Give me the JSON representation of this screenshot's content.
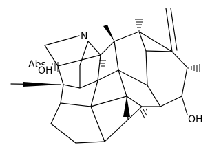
{
  "labels": {
    "nitrogen": "N",
    "abs_marker": "Abs",
    "oh_upper": "OH",
    "oh_lower": "OH"
  },
  "colors": {
    "ink": "#000000",
    "background": "#ffffff"
  }
}
